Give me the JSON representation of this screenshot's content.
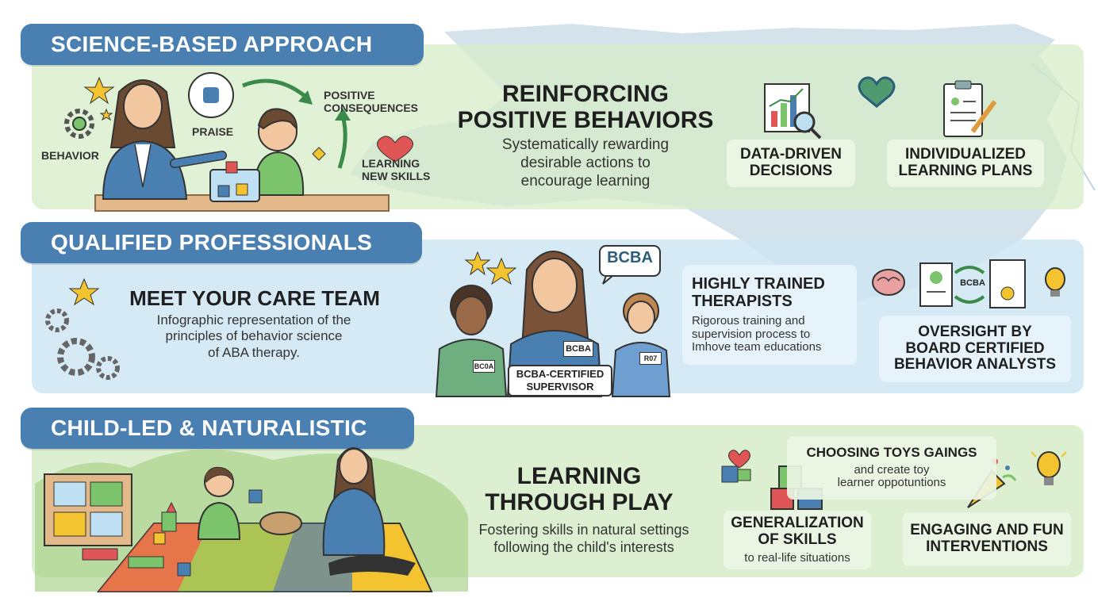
{
  "sections": [
    {
      "tab_label": "SCIENCE-BASED APPROACH",
      "labels": {
        "behavior": "BEHAVIOR",
        "praise": "PRAISE",
        "positive_consequences": "POSITIVE\nCONSEQUENCES",
        "learning_new_skills": "LEARNING\nNEW SKILLS"
      },
      "headline": "REINFORCING\nPOSITIVE BEHAVIORS",
      "description": "Systematically rewarding\ndesirable actions to\nencourage learning",
      "cards": [
        "DATA-DRIVEN\nDECISIONS",
        "INDIVIDUALIZED\nLEARNING PLANS"
      ]
    },
    {
      "tab_label": "QUALIFIED PROFESSIONALS",
      "headline": "MEET YOUR CARE TEAM",
      "description": "Infographic representation of the\nprinciples of behavior science\nof ABA therapy.",
      "speech_bubble": "BCBA",
      "badges": {
        "left": "BC0A",
        "center": "BCBA",
        "right": "R07"
      },
      "supervisor_label": "BCBA-CERTIFIED\nSUPERVISOR",
      "therapists_title": "HIGHLY TRAINED\nTHERAPISTS",
      "therapists_text": "Rigorous training and\nsupervision process to\nImhove team educations",
      "oversight_icon_label": "BCBA",
      "oversight_card": "OVERSIGHT BY\nBOARD CERTIFIED\nBEHAVIOR ANALYSTS"
    },
    {
      "tab_label": "CHILD-LED & NATURALISTIC",
      "headline": "LEARNING\nTHROUGH PLAY",
      "description": "Fostering skills in natural settings\nfollowing the child's interests",
      "choosing_title": "CHOOSING TOYS GAINGS",
      "choosing_text": "and create toy\nlearner oppotuntions",
      "generalization_title": "GENERALIZATION\nOF SKILLS",
      "generalization_text": "to real-life situations",
      "engaging_card": "ENGAGING AND FUN\nINTERVENTIONS"
    }
  ],
  "colors": {
    "tab": "#4a7fb2",
    "green_panel": "#d6ecc8",
    "blue_panel": "#cee6f3",
    "map": "#c5d8e6",
    "star": "#f4c430",
    "heart": "#e05555"
  }
}
